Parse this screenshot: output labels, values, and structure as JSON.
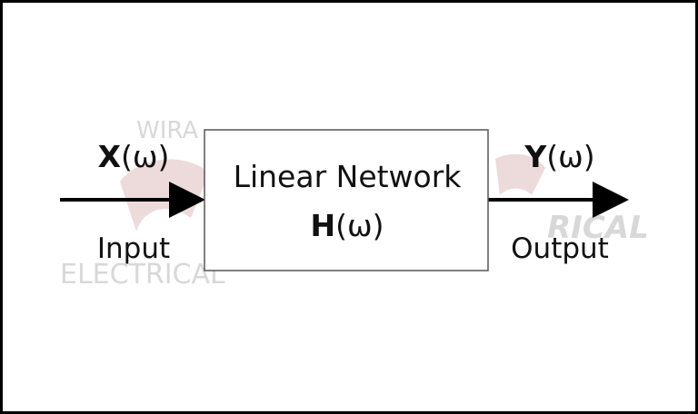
{
  "diagram": {
    "input_symbol": "X",
    "output_symbol": "Y",
    "block_symbol": "H",
    "omega_suffix": "(ω)",
    "input_label": "Input",
    "output_label": "Output",
    "block_title": "Linear Network"
  },
  "watermark": {
    "line1_left": "WIRA",
    "line1_right": "RICAL",
    "line2": "ELECTRICAL",
    "accent_color": "#e9c9c9"
  },
  "colors": {
    "stroke": "#000000",
    "box_border": "#555555",
    "text": "#111111"
  }
}
